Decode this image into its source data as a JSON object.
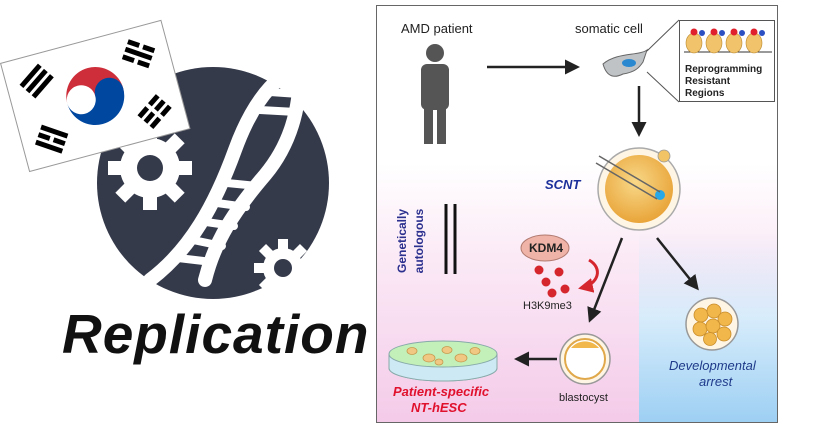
{
  "logo": {
    "title": "Replication",
    "flag_icon": "south-korea-flag-icon",
    "emblem_icon": "dna-gear-icon"
  },
  "diagram": {
    "patient_label": "AMD patient",
    "somatic_label": "somatic cell",
    "rrr": {
      "line1_initial": "R",
      "line1_rest": "eprogramming",
      "line2_initial": "R",
      "line2_rest": "esistant",
      "line3_initial": "R",
      "line3_rest": "egions"
    },
    "scnt_label": "SCNT",
    "genetically_label": "Genetically",
    "autologous_label": "autologous",
    "kdm4_label": "KDM4",
    "h3k9me3_label": "H3K9me3",
    "blastocyst_label": "blastocyst",
    "arrest_line1": "Developmental",
    "arrest_line2": "arrest",
    "nt_line1": "Patient-specific",
    "nt_line2": "NT-hESC"
  },
  "colors": {
    "emblem": "#353a4b",
    "scnt_blue": "#1c2f9a",
    "genetically_blue": "#2b2f8e",
    "kdm4_red": "#c0322e",
    "nt_red": "#e0112d",
    "dot_red": "#d5262e",
    "cell_orange": "#f1b74a"
  }
}
